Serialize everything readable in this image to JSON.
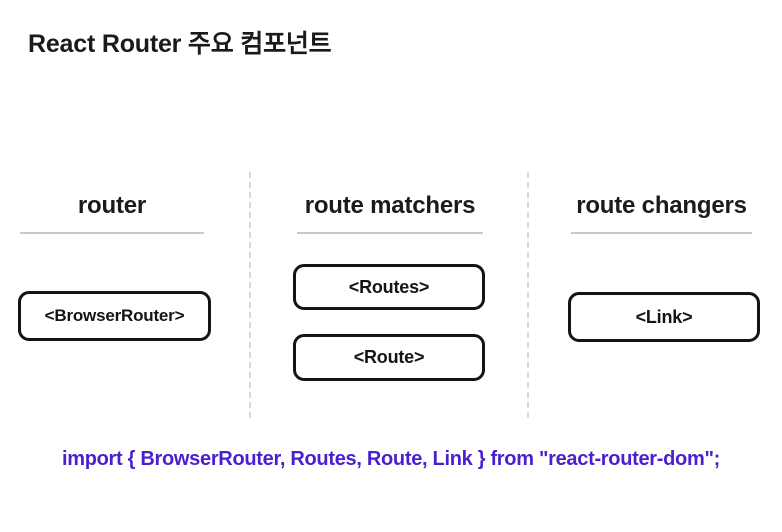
{
  "page": {
    "title": "React Router 주요 컴포넌트",
    "background": "#ffffff"
  },
  "columns": [
    {
      "id": "router",
      "heading": "router",
      "boxes": [
        "<BrowserRouter>"
      ]
    },
    {
      "id": "route-matchers",
      "heading": "route matchers",
      "boxes": [
        "<Routes>",
        "<Route>"
      ]
    },
    {
      "id": "route-changers",
      "heading": "route changers",
      "boxes": [
        "<Link>"
      ]
    }
  ],
  "import_statement": "import { BrowserRouter, Routes, Route, Link } from \"react-router-dom\";",
  "colors": {
    "import_text": "#4b1fd0",
    "box_border": "#141414",
    "divider": "#d8d8d8",
    "heading_underline": "#c9c9c9",
    "title_text": "#1a1a1a"
  }
}
